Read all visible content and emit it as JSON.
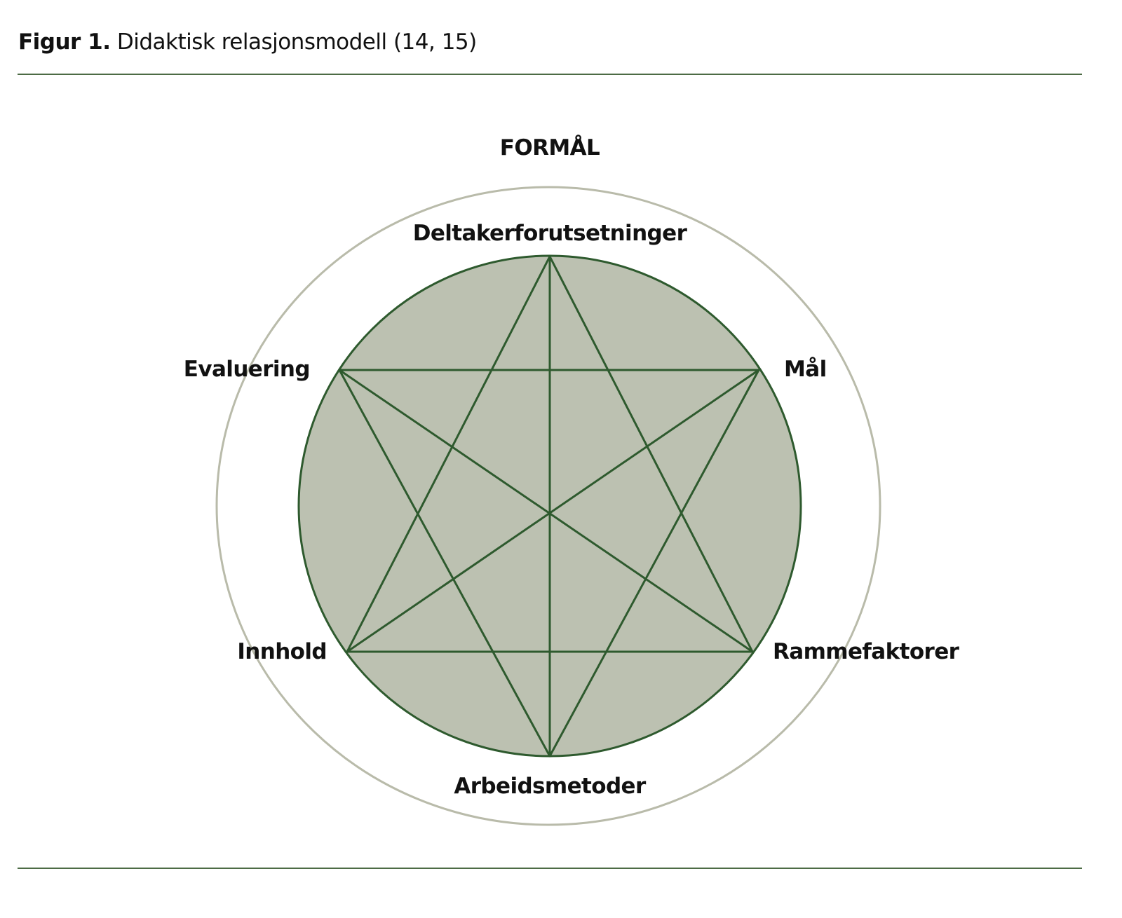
{
  "figure": {
    "label": "Figur 1.",
    "caption": "Didaktisk relasjonsmodell (14, 15)"
  },
  "diagram": {
    "outer_label": "FORMÅL",
    "nodes": {
      "top": "Deltakerforutsetninger",
      "upper_right": "Mål",
      "lower_right": "Rammefaktorer",
      "bottom": "Arbeidsmetoder",
      "lower_left": "Innhold",
      "upper_left": "Evaluering"
    },
    "colors": {
      "fill": "#bcc1b1",
      "stroke": "#2e5a2e",
      "outer_ring": "#b9bbaa",
      "rule": "#4d6b45"
    }
  }
}
